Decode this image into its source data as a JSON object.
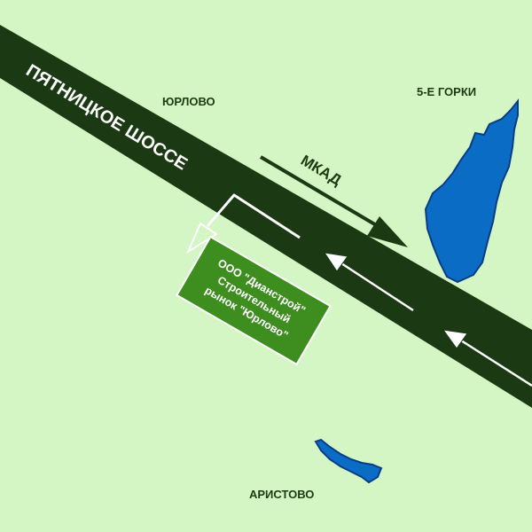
{
  "map": {
    "road_name": "ПЯТНИЦКОЕ ШОССЕ",
    "direction_label": "МКАД",
    "places": {
      "yurlovo": "ЮРЛОВО",
      "gorki": "5-Е ГОРКИ",
      "aristovo": "АРИСТОВО"
    },
    "business_sign": {
      "line1": "ООО \"Дианстрой\"",
      "line2": "Строительный",
      "line3": "рынок \"Юрлово\""
    }
  },
  "colors": {
    "background": "#d4f5c4",
    "road": "#1b3a14",
    "water": "#0a6cc4",
    "water_edge": "#0a3c86",
    "sign_fill": "#3d8d1f",
    "text_dark": "#1e3a10"
  }
}
